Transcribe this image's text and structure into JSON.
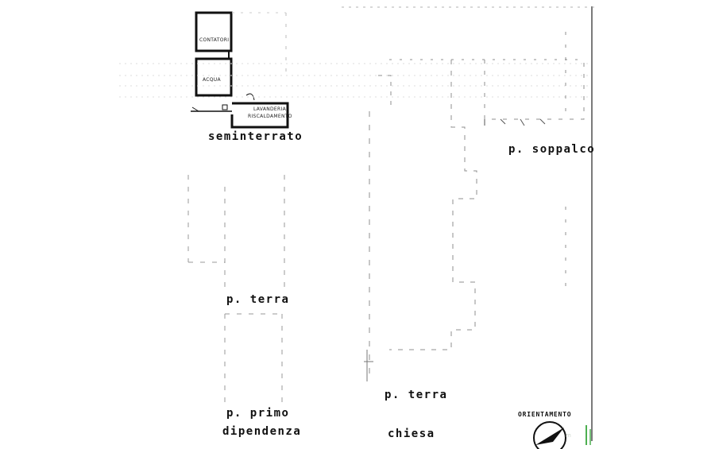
{
  "labels": {
    "seminterrato": "seminterrato",
    "soppalco": "p. soppalco",
    "terra_left": "p. terra",
    "primo": "p. primo",
    "dipendenza": "dipendenza",
    "terra_chiesa": "p. terra",
    "chiesa": "chiesa"
  },
  "rooms": {
    "contatori": "CONTATORI",
    "acqua": "ACQUA",
    "lavanderia_line1": "LAVANDERIA",
    "lavanderia_line2": "RISCALDAMENTO"
  },
  "compass": {
    "label": "ORIENTAMENTO",
    "watermark": "m"
  },
  "colors": {
    "ink": "#111111",
    "faint": "#bdbdbd",
    "green": "#4caf50"
  }
}
